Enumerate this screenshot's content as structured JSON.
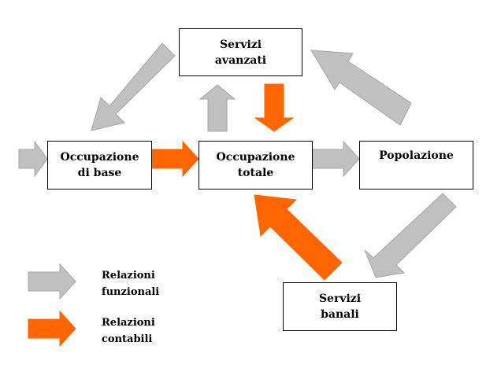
{
  "colors": {
    "functional": "#c0c0c0",
    "functional_edge": "#a6a6a6",
    "accounting": "#ff6600",
    "accounting_edge": "#ff6600",
    "box_border": "#000000"
  },
  "nodes": {
    "servizi_avanzati": {
      "line1": "Servizi",
      "line2": "avanzati"
    },
    "occupazione_base": {
      "line1": "Occupazione",
      "line2": "di base"
    },
    "occupazione_totale": {
      "line1": "Occupazione",
      "line2": "totale"
    },
    "popolazione": {
      "line1": "Popolazione"
    },
    "servizi_banali": {
      "line1": "Servizi",
      "line2": "banali"
    }
  },
  "legend": {
    "functional": {
      "line1": "Relazioni",
      "line2": "funzionali"
    },
    "accounting": {
      "line1": "Relazioni",
      "line2": "contabili"
    }
  },
  "relations": [
    {
      "from": "external_input",
      "to": "occupazione_base",
      "kind": "functional"
    },
    {
      "from": "occupazione_base",
      "to": "occupazione_totale",
      "kind": "accounting"
    },
    {
      "from": "occupazione_totale",
      "to": "popolazione",
      "kind": "functional"
    },
    {
      "from": "occupazione_totale",
      "to": "servizi_avanzati",
      "kind": "functional"
    },
    {
      "from": "servizi_avanzati",
      "to": "occupazione_totale",
      "kind": "accounting"
    },
    {
      "from": "servizi_avanzati",
      "to": "occupazione_base",
      "kind": "functional"
    },
    {
      "from": "popolazione",
      "to": "servizi_avanzati",
      "kind": "functional"
    },
    {
      "from": "popolazione",
      "to": "servizi_banali",
      "kind": "functional"
    },
    {
      "from": "servizi_banali",
      "to": "occupazione_totale",
      "kind": "accounting"
    }
  ]
}
